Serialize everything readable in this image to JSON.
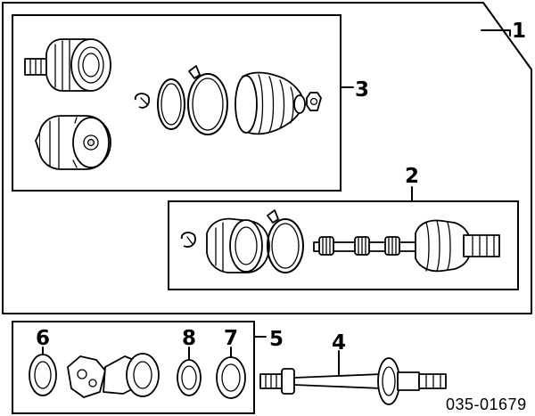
{
  "diagram": {
    "callouts": {
      "c1": "1",
      "c2": "2",
      "c3": "3",
      "c4": "4",
      "c5": "5",
      "c6": "6",
      "c7": "7",
      "c8": "8"
    },
    "reference_code": "035-01679"
  }
}
